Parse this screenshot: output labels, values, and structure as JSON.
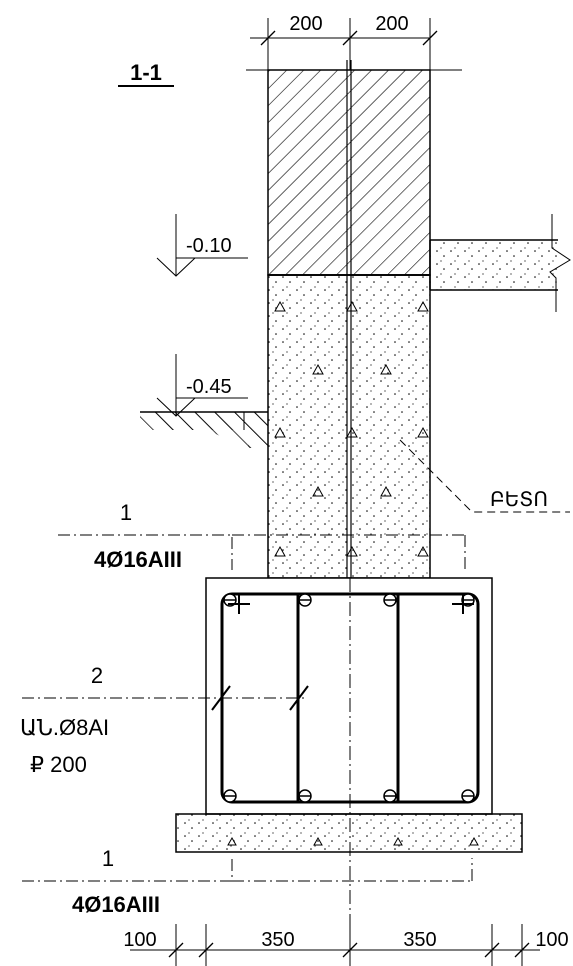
{
  "section": {
    "title": "1-1"
  },
  "dimensions_top": [
    "200",
    "200"
  ],
  "levels": [
    "-0.10",
    "-0.45"
  ],
  "material_label": "ԲԵՏՈ",
  "callouts": [
    {
      "number": "1",
      "text": "4Ø16AIII"
    },
    {
      "number": "2",
      "text": "ԱՆ.Ø8AI",
      "text2": "₽ 200"
    },
    {
      "number": "1",
      "text": "4Ø16AIII"
    }
  ],
  "dimensions_bottom": [
    "100",
    "350",
    "350",
    "100"
  ]
}
